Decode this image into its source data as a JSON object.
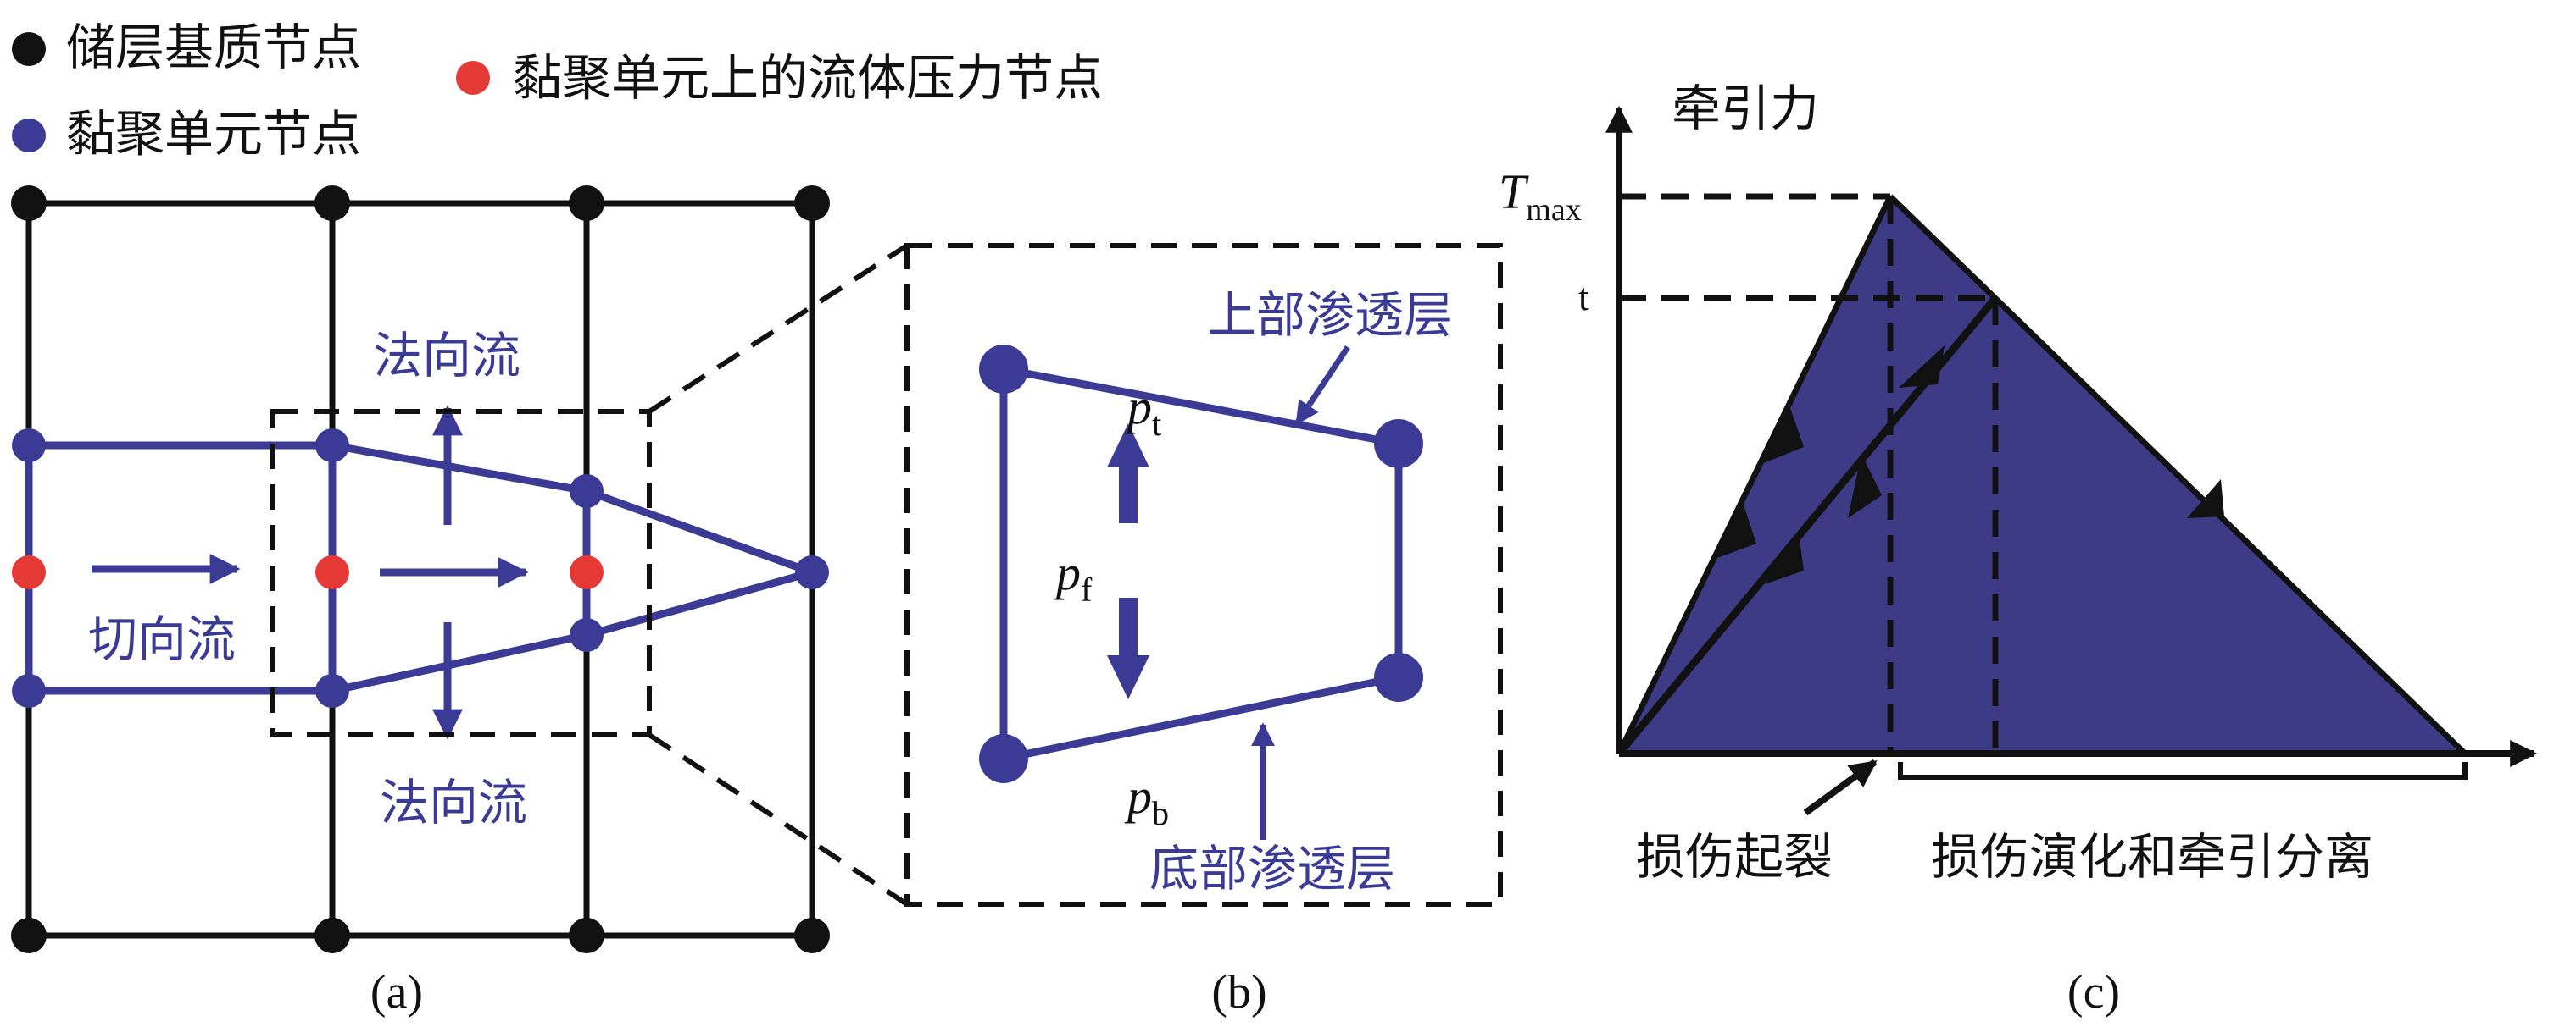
{
  "colors": {
    "black": "#111111",
    "blue": "#3b3b96",
    "red": "#e53935",
    "fill": "#3e3b86"
  },
  "legend": {
    "matrix_node": "储层基质节点",
    "cohesive_node": "黏聚单元节点",
    "pressure_node": "黏聚单元上的流体压力节点"
  },
  "panel_a": {
    "caption": "(a)",
    "tangential_flow": "切向流",
    "normal_flow_top": "法向流",
    "normal_flow_bottom": "法向流"
  },
  "panel_b": {
    "caption": "(b)",
    "upper_layer": "上部渗透层",
    "lower_layer": "底部渗透层",
    "p_t": "p",
    "p_t_sub": "t",
    "p_f": "p",
    "p_f_sub": "f",
    "p_b": "p",
    "p_b_sub": "b"
  },
  "panel_c": {
    "caption": "(c)",
    "y_axis_label": "牵引力",
    "tmax": "T",
    "tmax_sub": "max",
    "t_label": "t",
    "damage_init": "损伤起裂",
    "damage_evolution": "损伤演化和牵引分离"
  }
}
